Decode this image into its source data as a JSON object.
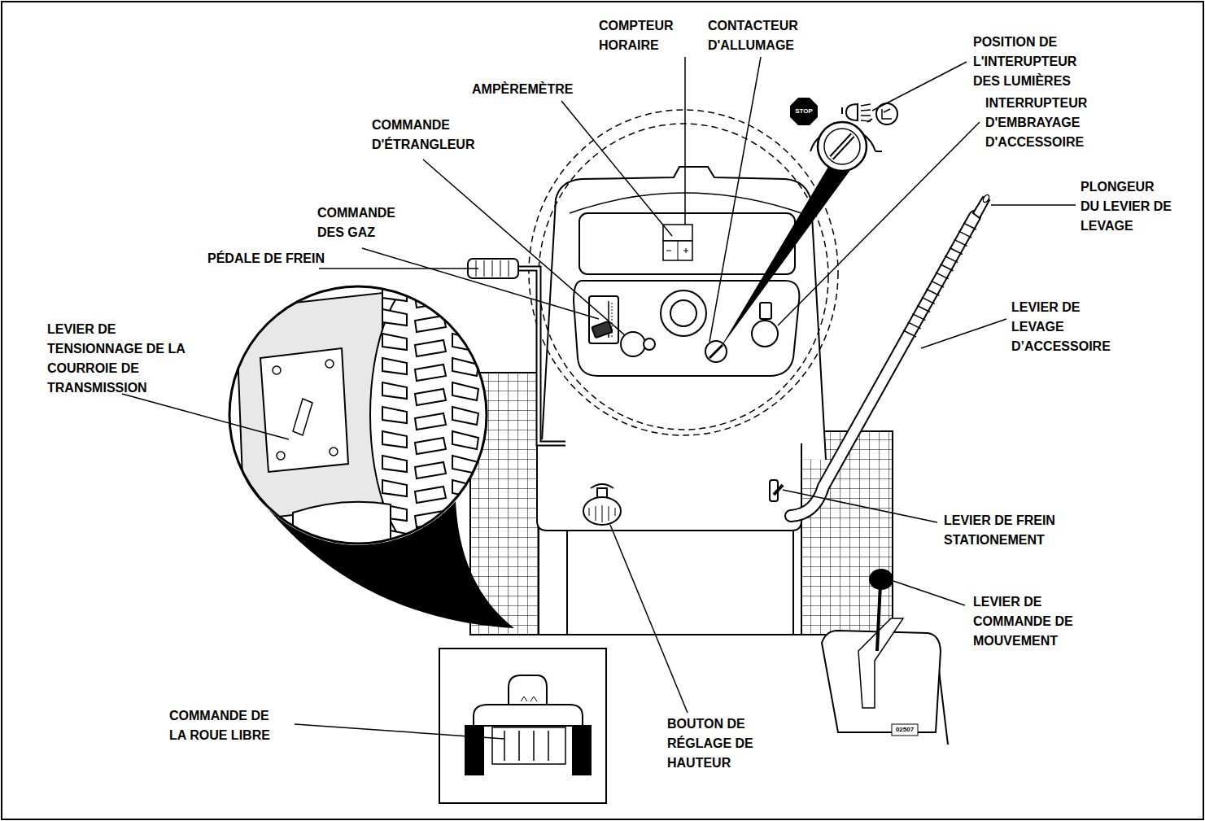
{
  "diagram": {
    "labels": [
      "COMPTEUR HORAIRE",
      "CONTACTEUR D'ALLUMAGE",
      "POSITION DE L'INTERUPTEUR DES LUMIÈRES",
      "INTERRUPTEUR D'EMBRAYAGE D'ACCESSOIRE",
      "PLONGEUR DU LEVIER DE LEVAGE",
      "AMPÈREMÈTRE",
      "COMMANDE D'ÉTRANGLEUR",
      "LEVIER DE LEVAGE D’ACCESSOIRE",
      "COMMANDE DES GAZ",
      "PÉDALE DE FREIN",
      "LEVIER DE TENSIONNAGE DE LA COURROIE DE TRANSMISSION",
      "LEVIER DE FREIN STATIONEMENT",
      "LEVIER DE COMMANDE DE MOUVEMENT",
      "COMMANDE DE LA ROUE LIBRE",
      "BOUTON DE RÉGLAGE DE HAUTEUR",
      "STOP",
      "02507"
    ]
  }
}
